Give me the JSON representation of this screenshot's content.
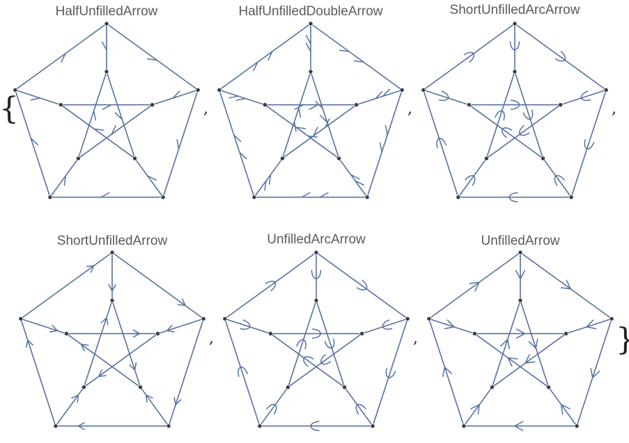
{
  "brace_open": "{",
  "brace_close": "}",
  "separator": ",",
  "colors": {
    "edge": "#5470a0",
    "vertex": "#3d3d3d",
    "title": "#5a5a5a"
  },
  "graph": {
    "vertices": 10,
    "edges": [
      [
        0,
        1
      ],
      [
        1,
        2
      ],
      [
        2,
        3
      ],
      [
        3,
        4
      ],
      [
        4,
        0
      ],
      [
        0,
        5
      ],
      [
        1,
        6
      ],
      [
        2,
        7
      ],
      [
        3,
        8
      ],
      [
        4,
        9
      ],
      [
        5,
        7
      ],
      [
        7,
        9
      ],
      [
        9,
        6
      ],
      [
        6,
        8
      ],
      [
        8,
        5
      ]
    ]
  },
  "panels": [
    {
      "title": "HalfUnfilledArrow",
      "style": "half"
    },
    {
      "title": "HalfUnfilledDoubleArrow",
      "style": "half-double"
    },
    {
      "title": "ShortUnfilledArcArrow",
      "style": "arc"
    },
    {
      "title": "ShortUnfilledArrow",
      "style": "short"
    },
    {
      "title": "UnfilledArcArrow",
      "style": "arc"
    },
    {
      "title": "UnfilledArrow",
      "style": "full"
    }
  ]
}
